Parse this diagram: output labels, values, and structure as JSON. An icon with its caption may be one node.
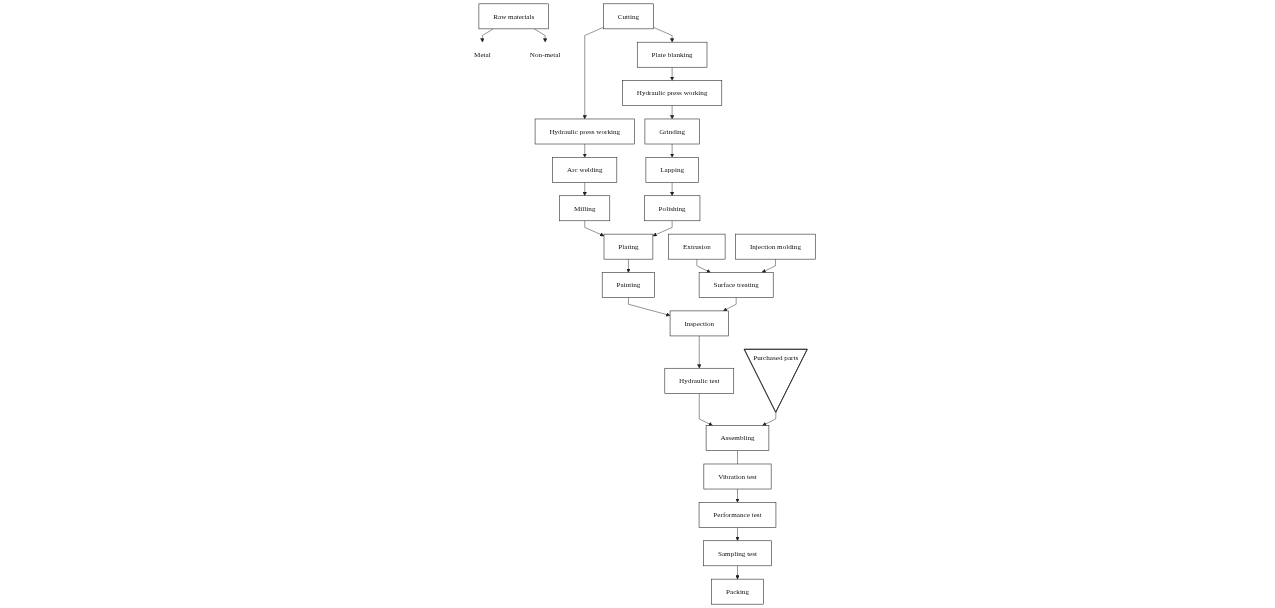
{
  "diagram": {
    "nodes": [
      {
        "text": [
          "Raw materials"
        ]
      },
      {
        "text": [
          "Metal"
        ]
      },
      {
        "text": [
          "Non-metal"
        ]
      },
      {
        "text": [
          "Cutting"
        ]
      },
      {
        "text": [
          "Extrusion"
        ]
      },
      {
        "text": [
          "Injection molding"
        ]
      },
      {
        "text": [
          "Plate blanking"
        ]
      },
      {
        "text": [
          "Hydraulic press working"
        ]
      },
      {
        "text": [
          "Hydraulic press working"
        ]
      },
      {
        "text": [
          "Surface treating"
        ]
      },
      {
        "text": [
          "Arc welding"
        ]
      },
      {
        "text": [
          "Grinding"
        ]
      },
      {
        "text": [
          "Milling"
        ]
      },
      {
        "text": [
          "Lapping"
        ]
      },
      {
        "text": [
          "Plating"
        ]
      },
      {
        "text": [
          "Polishing"
        ]
      },
      {
        "text": [
          "Purchased parts"
        ]
      },
      {
        "text": [
          "Painting"
        ]
      },
      {
        "text": [
          "Inspection"
        ]
      },
      {
        "text": [
          "Hydraulic test"
        ]
      },
      {
        "text": [
          "Assembling"
        ]
      },
      {
        "text": [
          "Sampling test"
        ]
      },
      {
        "text": [
          "Performance test"
        ]
      },
      {
        "text": [
          "Vibration test"
        ]
      },
      {
        "text": [
          "Packing"
        ]
      }
    ],
    "edges": [
      {
        "from": 0,
        "to": 1,
        "arrow": "to"
      },
      {
        "from": 0,
        "to": 2,
        "arrow": "to"
      },
      {
        "from": 3,
        "to": 7,
        "arrow": "to"
      },
      {
        "from": 3,
        "to": 6,
        "arrow": "to"
      },
      {
        "from": 7,
        "to": 10,
        "arrow": "to"
      },
      {
        "from": 10,
        "to": 12,
        "arrow": "to"
      },
      {
        "from": 12,
        "to": 14,
        "arrow": "to"
      },
      {
        "from": 14,
        "to": 17,
        "arrow": "to"
      },
      {
        "from": 6,
        "to": 8,
        "arrow": "to"
      },
      {
        "from": 8,
        "to": 11,
        "arrow": "to"
      },
      {
        "from": 11,
        "to": 13,
        "arrow": "to"
      },
      {
        "from": 13,
        "to": 15,
        "arrow": "to"
      },
      {
        "from": 15,
        "to": 14,
        "arrow": "to"
      },
      {
        "from": 4,
        "to": 9,
        "arrow": "to"
      },
      {
        "from": 5,
        "to": 9,
        "arrow": "to"
      },
      {
        "from": 17,
        "to": 18,
        "arrow": "to"
      },
      {
        "from": 9,
        "to": 18,
        "arrow": "to"
      },
      {
        "from": 18,
        "to": 19,
        "arrow": "to"
      },
      {
        "from": 19,
        "to": 20,
        "arrow": "to"
      },
      {
        "from": 16,
        "to": 20,
        "arrow": "to"
      },
      {
        "from": 20,
        "to": 23,
        "arrow": "none"
      },
      {
        "from": 23,
        "to": 22,
        "arrow": "to"
      },
      {
        "from": 22,
        "to": 21,
        "arrow": "to"
      },
      {
        "from": 21,
        "to": 24,
        "arrow": "to"
      }
    ]
  }
}
